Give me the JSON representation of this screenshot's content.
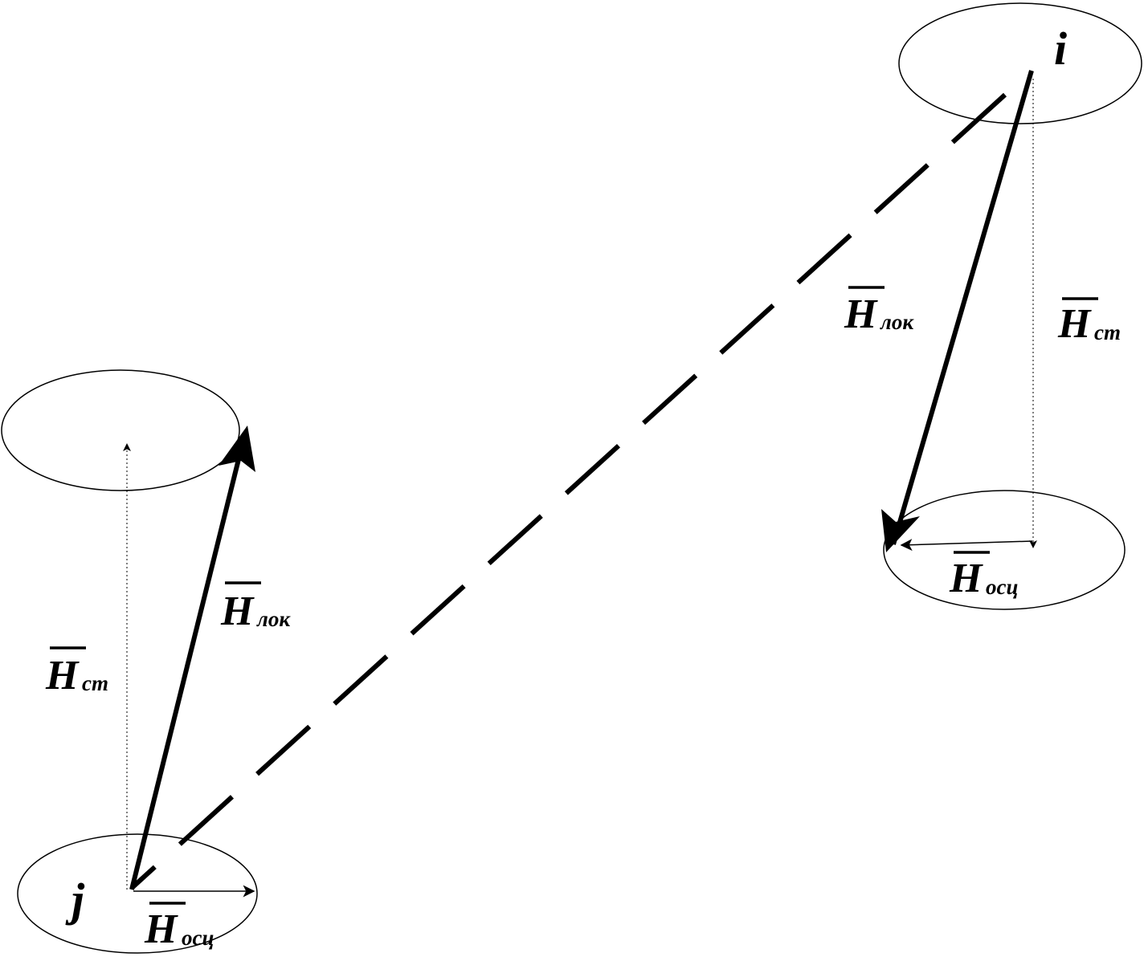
{
  "points": {
    "i": "i",
    "j": "j"
  },
  "labels": {
    "h_symbol": "H",
    "lok_sub": "лок",
    "st_sub": "ст",
    "osc_sub": "осц"
  },
  "colors": {
    "ink": "#000000",
    "background": "#ffffff"
  }
}
